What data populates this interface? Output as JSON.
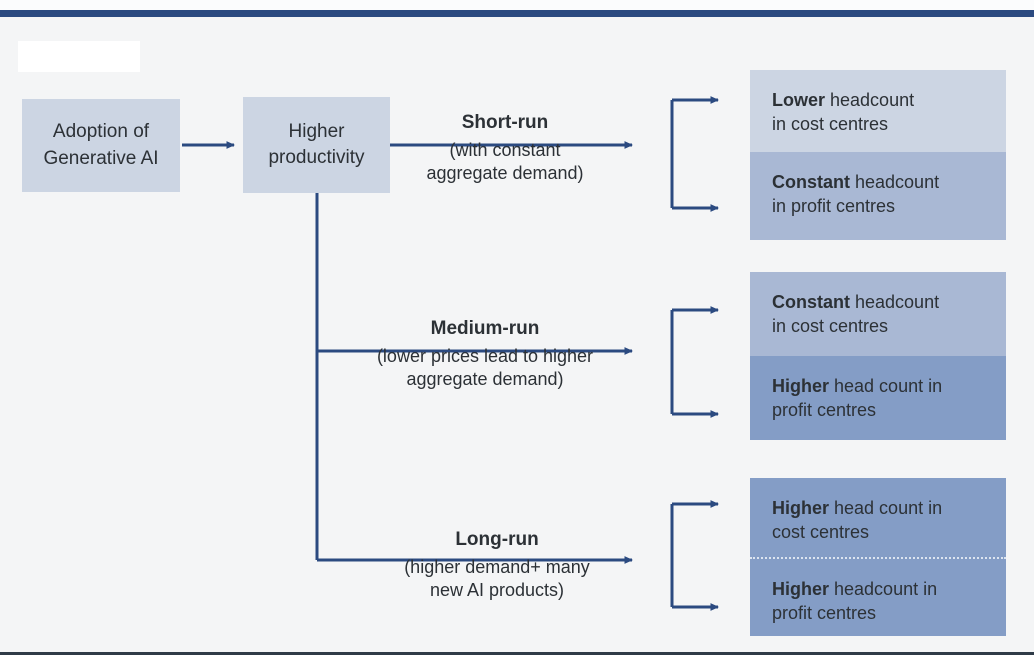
{
  "page": {
    "background_color": "#f4f5f6",
    "top_rule_color": "#2b4a80",
    "connector_color": "#2b4a80",
    "text_color": "#2c3136"
  },
  "palette": {
    "light": "#ccd5e3",
    "mid": "#a9b8d4",
    "dark": "#849dc6"
  },
  "nodes": {
    "adoption": "Adoption of\nGenerative AI",
    "adoption_line1": "Adoption of",
    "adoption_line2": "Generative AI",
    "productivity_line1": "Higher",
    "productivity_line2": "productivity"
  },
  "branches": [
    {
      "id": "short-run",
      "label": "Short-run",
      "sublabel_line1": "(with constant",
      "sublabel_line2": "aggregate demand)",
      "outcomes": [
        {
          "emphasis": "Lower",
          "rest": " headcount",
          "line2": "in cost centres",
          "tone": "light"
        },
        {
          "emphasis": "Constant",
          "rest": " headcount",
          "line2": "in profit centres",
          "tone": "mid"
        }
      ]
    },
    {
      "id": "medium-run",
      "label": "Medium-run",
      "sublabel_line1": "(lower prices lead to higher",
      "sublabel_line2": "aggregate demand)",
      "outcomes": [
        {
          "emphasis": "Constant",
          "rest": " headcount",
          "line2": "in cost centres",
          "tone": "mid"
        },
        {
          "emphasis": "Higher",
          "rest": " head count in",
          "line2": "profit centres",
          "tone": "dark"
        }
      ]
    },
    {
      "id": "long-run",
      "label": "Long-run",
      "sublabel_line1": "(higher demand+ many",
      "sublabel_line2": "new AI products)",
      "outcomes": [
        {
          "emphasis": "Higher",
          "rest": " head count in",
          "line2": "cost centres",
          "tone": "dark"
        },
        {
          "emphasis": "Higher",
          "rest": " headcount in",
          "line2": "profit centres",
          "tone": "dark"
        }
      ]
    }
  ]
}
